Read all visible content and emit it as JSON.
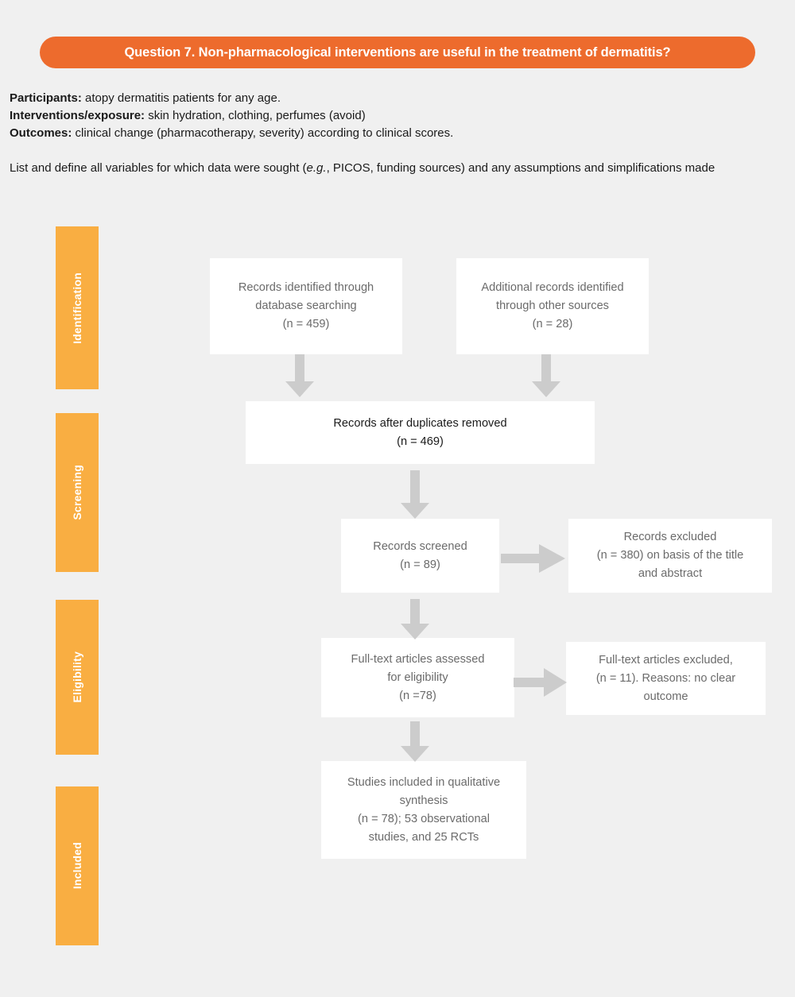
{
  "header": {
    "question": "Question 7. Non-pharmacological interventions are useful in the treatment of dermatitis?",
    "pill_color": "#ED6B2D"
  },
  "intro": {
    "participants_label": "Participants:",
    "participants_value": "atopy dermatitis patients for any age.",
    "interventions_label": "Interventions/exposure:",
    "interventions_value": "skin hydration, clothing, perfumes (avoid)",
    "outcomes_label": "Outcomes:",
    "outcomes_value": "clinical change (pharmacotherapy, severity) according to clinical scores.",
    "note_before": "List and define all variables for which data were sought (",
    "note_italic": "e.g.",
    "note_after": ", PICOS, funding sources) and any assumptions and simplifications made"
  },
  "stages": {
    "identification": "Identification",
    "screening": "Screening",
    "eligibility": "Eligibility",
    "included": "Included",
    "bar_color": "#F9AE42"
  },
  "flow": {
    "box_shadow_color": "#BFE3F0",
    "arrow_color": "#CCCCCC",
    "db_search": "Records identified through\ndatabase searching\n(n = 459)",
    "other_sources": "Additional records identified\nthrough other sources\n(n = 28)",
    "duplicates_removed": "Records after duplicates removed\n(n = 469)",
    "records_screened": "Records screened\n(n = 89)",
    "records_excluded": "Records excluded\n(n = 380) on basis of the title\nand abstract",
    "fulltext_assessed": "Full-text articles assessed\nfor eligibility\n(n =78)",
    "fulltext_excluded": "Full-text articles excluded,\n(n = 11). Reasons: no clear\noutcome",
    "studies_included": "Studies included in qualitative\nsynthesis\n(n = 78); 53 observational\nstudies, and 25 RCTs"
  }
}
